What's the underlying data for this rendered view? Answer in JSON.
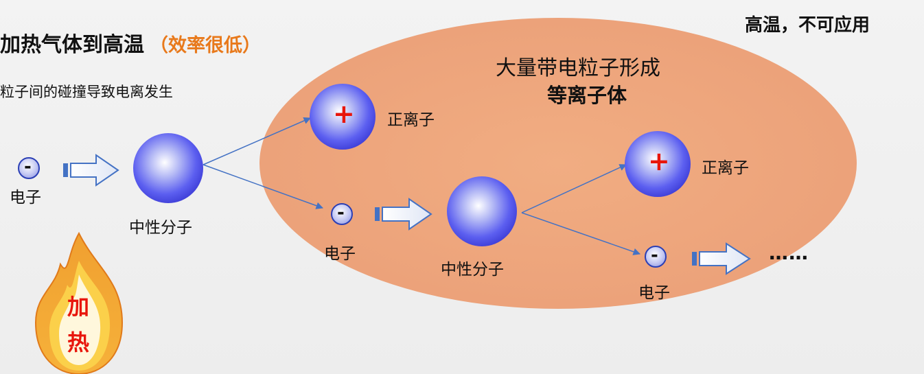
{
  "header": {
    "title": "加热气体到高温",
    "title_note": "（效率很低）",
    "subtitle": "粒子间的碰撞导致电离发生",
    "corner_note": "高温，不可应用"
  },
  "plasma": {
    "line1": "大量带电粒子形成",
    "line2": "等离子体"
  },
  "labels": {
    "electron": "电子",
    "neutral": "中性分子",
    "positive_ion": "正离子",
    "continuation": "……"
  },
  "symbols": {
    "minus": "-",
    "plus": "+"
  },
  "flame": {
    "char1": "加",
    "char2": "热"
  },
  "colors": {
    "plasma_fill": "#eca27a",
    "accent_orange": "#e8791b",
    "plus_red": "#e8160c",
    "arrow_blue": "#4472c4"
  }
}
